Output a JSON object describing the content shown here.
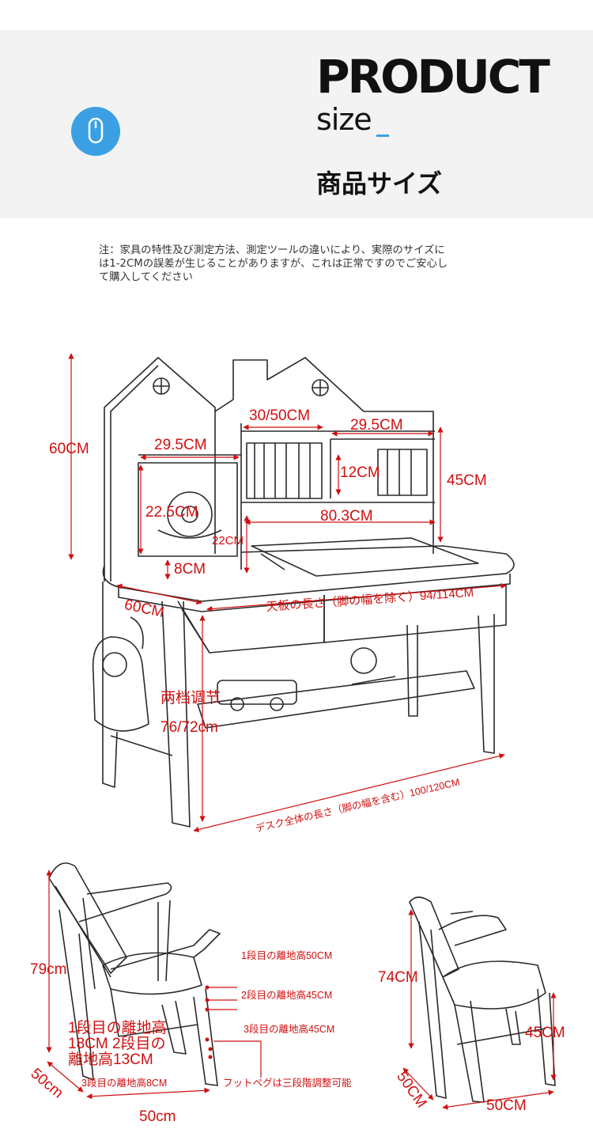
{
  "header": {
    "title_main": "PRODUCT",
    "title_sub": "size",
    "title_jp": "商品サイズ",
    "badge_icon": "mouse-icon",
    "accent_color": "#3aa0e3"
  },
  "note": {
    "line1": "注：家具の特性及び測定方法、測定ツールの違いにより、実際のサイズに",
    "line2": "は1-2CMの誤差が生じることがありますが、これは正常ですのでご安心し",
    "line3": "て購入してください"
  },
  "desk": {
    "height_60": "60CM",
    "shelf_width": "30/50CM",
    "left_top_depth": "29.5CM",
    "right_top_depth": "29.5CM",
    "left_board_height": "22.5CM",
    "gap_12": "12CM",
    "hutch_height": "45CM",
    "hutch_width": "80.3CM",
    "slot_22": "22CM",
    "slot_8": "8CM",
    "depth": "60CM",
    "top_length": "天板の長さ（脚の幅を除く）94/114CM",
    "adjust": "两档调节",
    "desk_height": "76/72cm",
    "total_length": "デスク全体の長さ（脚の幅を含む）100/120CM",
    "line_color": "#d01010"
  },
  "chair1": {
    "height": "79cm",
    "seat_1": "1段目の離地高50CM",
    "seat_2": "2段目の離地高45CM",
    "seat_3": "3段目の離地高45CM",
    "foot_line1": "1段目の離地高",
    "foot_line2": "18CM 2段目の",
    "foot_line3": "離地高13CM",
    "foot_3": "3段目の離地高8CM",
    "footpeg": "フットペグは三段階調整可能",
    "depth": "50cm",
    "width": "50cm"
  },
  "chair2": {
    "height": "74CM",
    "seat_height": "45CM",
    "depth": "50CM",
    "width": "50CM"
  }
}
